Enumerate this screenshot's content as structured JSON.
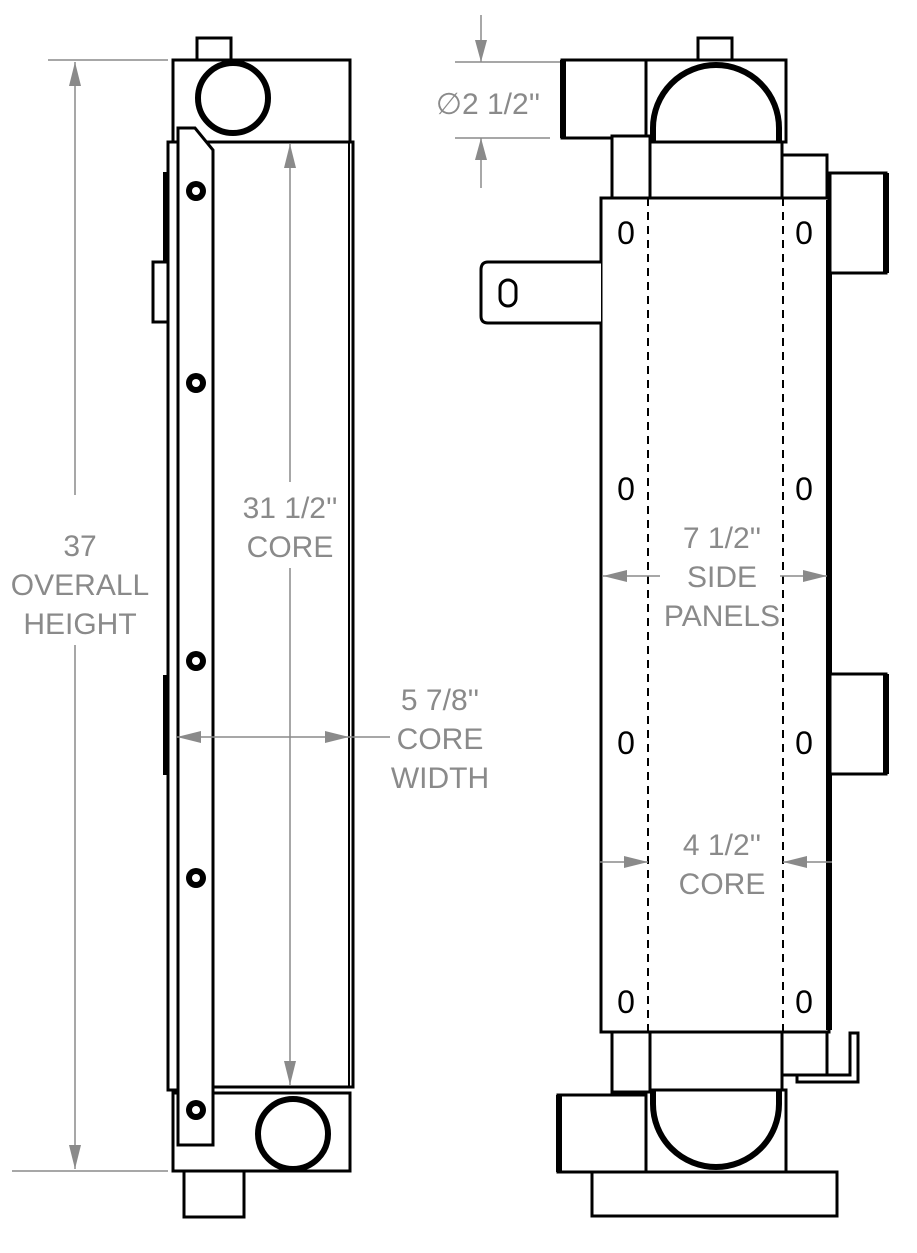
{
  "labels": {
    "overall_height": [
      "37",
      "OVERALL",
      "HEIGHT"
    ],
    "core_height": [
      "31 1/2''",
      "CORE"
    ],
    "core_width": [
      "5 7/8''",
      "CORE",
      "WIDTH"
    ],
    "diameter": "∅2 1/2''",
    "side_panels": [
      "7 1/2''",
      "SIDE",
      "PANELS"
    ],
    "core_depth": [
      "4 1/2''",
      "CORE"
    ],
    "slot_marks": [
      "0",
      "0",
      "0",
      "0",
      "0",
      "0",
      "0",
      "0",
      "0"
    ]
  },
  "colors": {
    "dimension": "#8a8a8a",
    "outline": "#000000",
    "background": "#ffffff"
  }
}
